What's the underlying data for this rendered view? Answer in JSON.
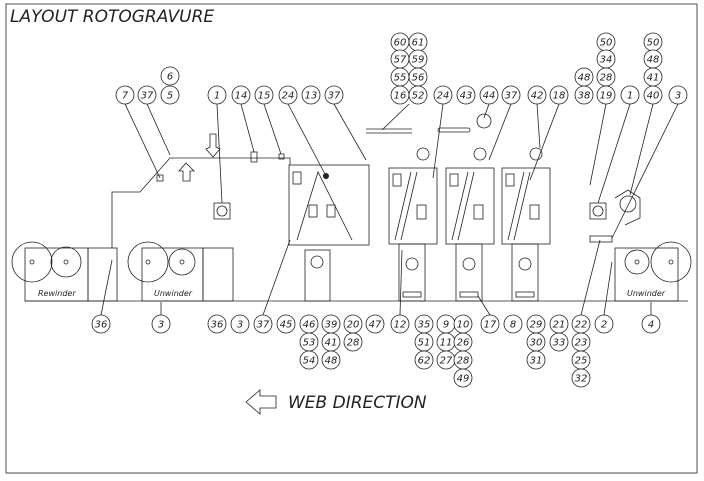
{
  "title": "LAYOUT ROTOGRAVURE",
  "web_direction": "WEB DIRECTION",
  "stations": {
    "rewinder": "Rewinder",
    "unwinder_left": "Unwinder",
    "unwinder_right": "Unwinder"
  },
  "balloons_top": [
    "7",
    "37",
    "5",
    "6",
    "1",
    "14",
    "15",
    "24",
    "13",
    "37",
    "60",
    "61",
    "57",
    "59",
    "55",
    "56",
    "16",
    "52",
    "24",
    "43",
    "44",
    "37",
    "42",
    "18",
    "48",
    "38",
    "50",
    "34",
    "28",
    "19",
    "1",
    "50",
    "48",
    "41",
    "40",
    "3"
  ],
  "balloons_bottom": [
    "36",
    "3",
    "36",
    "3",
    "37",
    "45",
    "46",
    "53",
    "54",
    "39",
    "41",
    "48",
    "20",
    "28",
    "47",
    "12",
    "35",
    "51",
    "62",
    "9",
    "11",
    "27",
    "10",
    "26",
    "28",
    "49",
    "17",
    "8",
    "29",
    "30",
    "31",
    "21",
    "33",
    "22",
    "23",
    "25",
    "32",
    "2",
    "4"
  ]
}
